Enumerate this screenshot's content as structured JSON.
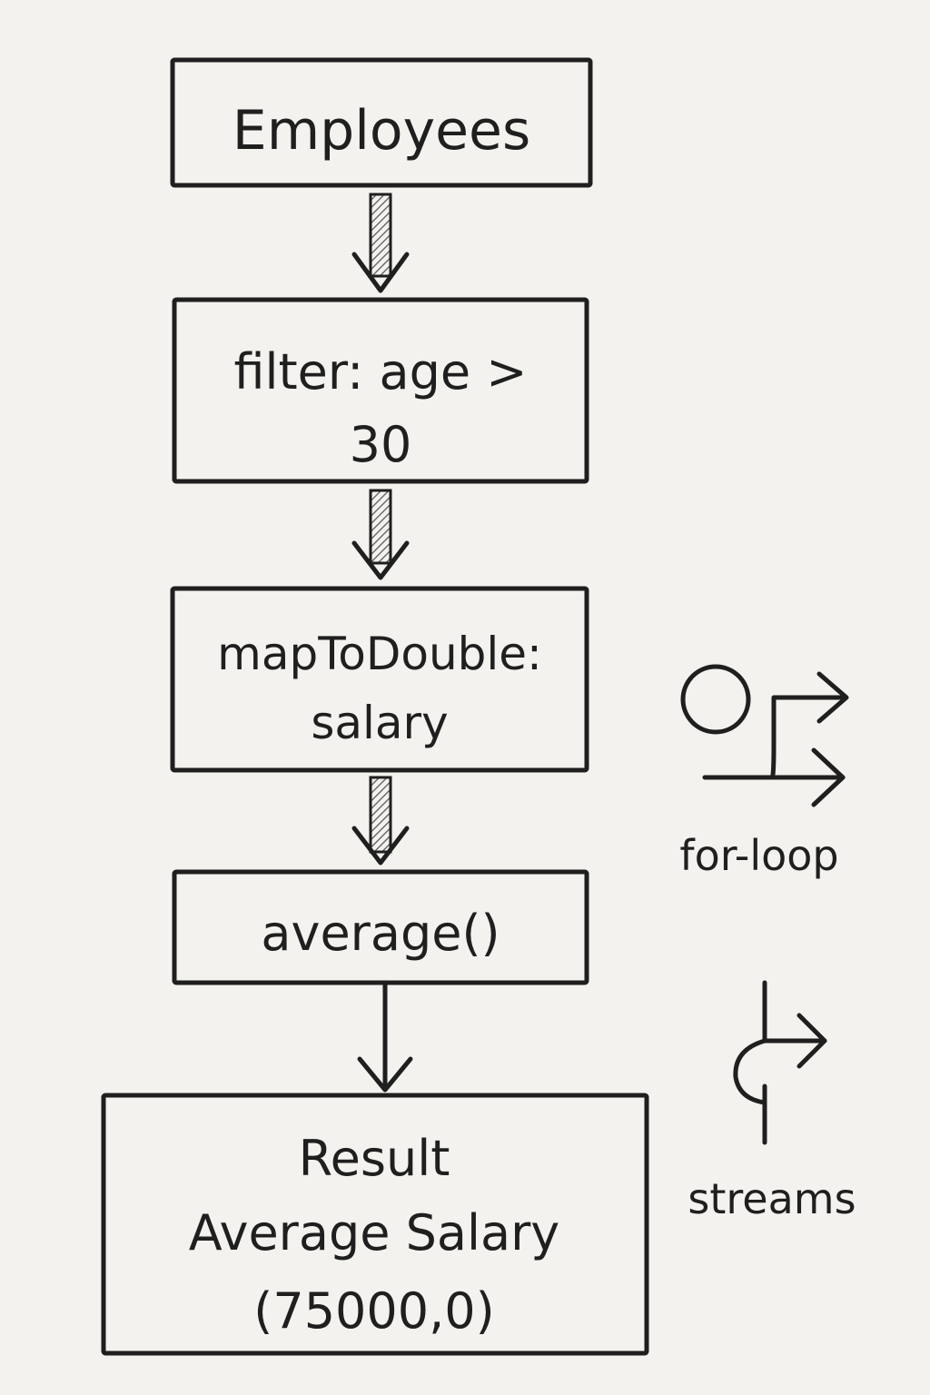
{
  "nodes": [
    {
      "id": "employees",
      "lines": [
        "Employees"
      ]
    },
    {
      "id": "filter",
      "lines": [
        "filter: age >",
        "30"
      ]
    },
    {
      "id": "map",
      "lines": [
        "mapToDouble:",
        "salary"
      ]
    },
    {
      "id": "average",
      "lines": [
        "average()"
      ]
    },
    {
      "id": "result",
      "lines": [
        "Result",
        "Average Salary",
        "(75000,0)"
      ]
    }
  ],
  "legend": {
    "for_loop_label": "for-loop",
    "streams_label": "streams"
  }
}
